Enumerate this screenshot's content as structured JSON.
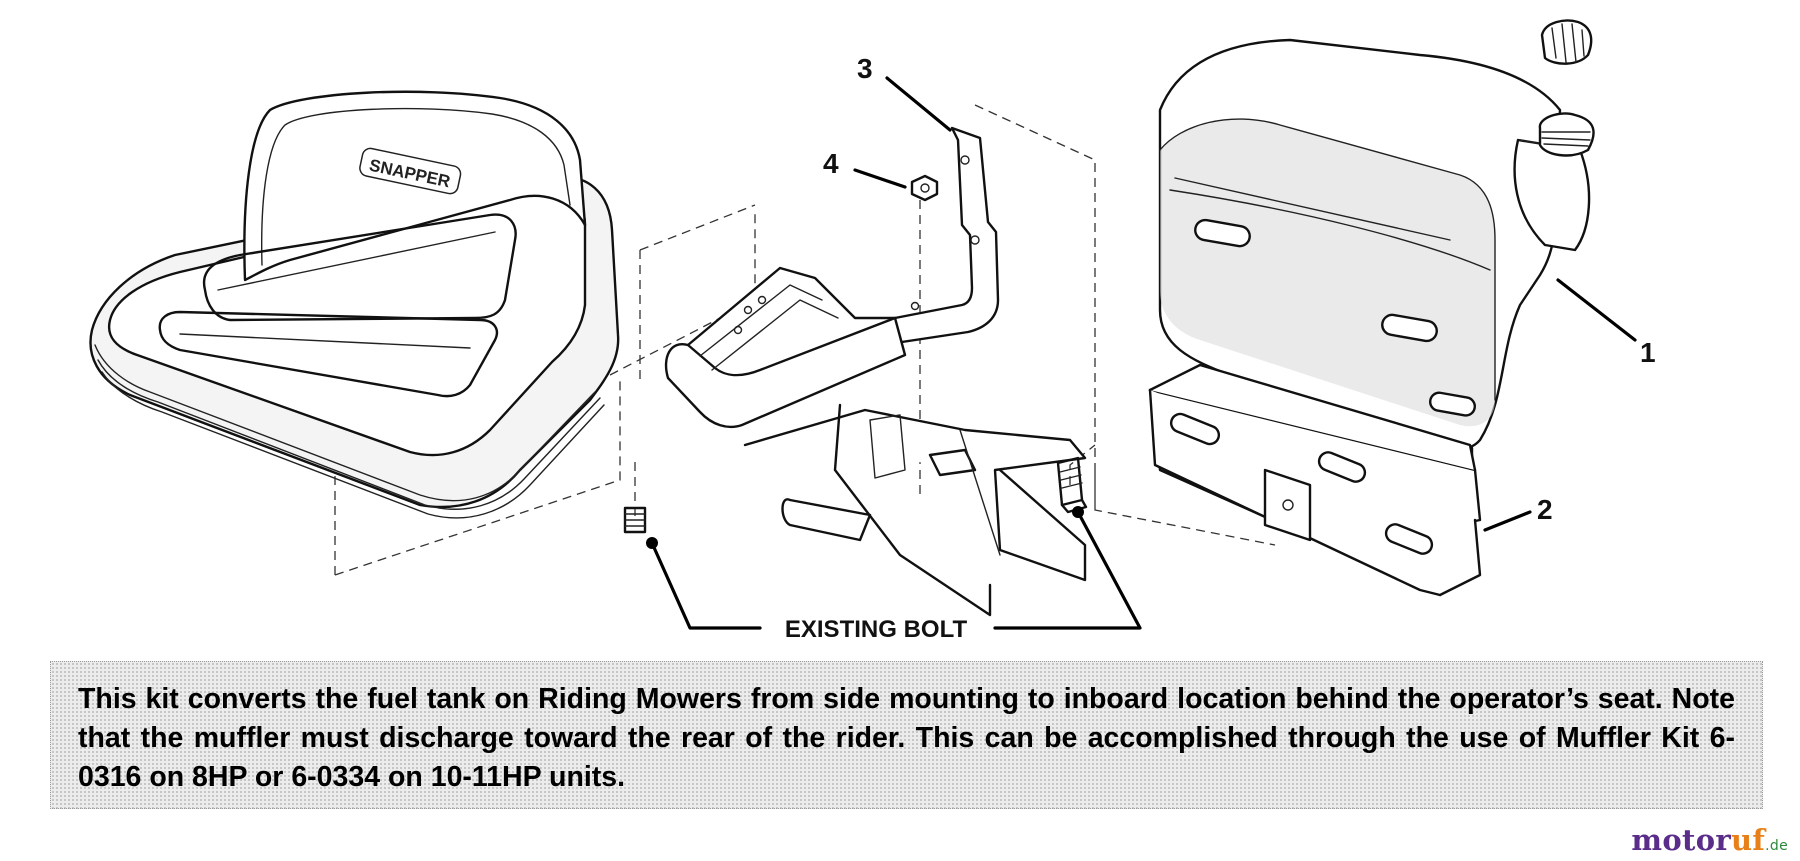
{
  "diagram": {
    "callouts": [
      "1",
      "2",
      "3",
      "4"
    ],
    "seat_brand": "SNAPPER",
    "existing_bolt_label": "EXISTING BOLT"
  },
  "note": {
    "text": "This kit converts the fuel tank on Riding Mowers from side mounting to inboard location behind the operator’s seat. Note that the muffler must discharge toward the rear of the rider. This can be accomplished through the use of Muffler Kit 6-0316 on 8HP or 6-0334 on 10-11HP units."
  },
  "watermark": {
    "part1": "motor",
    "part2": "uf",
    "part3": ".de"
  },
  "colors": {
    "watermark_purple": "#5b2d8a",
    "watermark_orange": "#e8801a",
    "watermark_green": "#2a8a3a",
    "note_background": "#ececec"
  }
}
